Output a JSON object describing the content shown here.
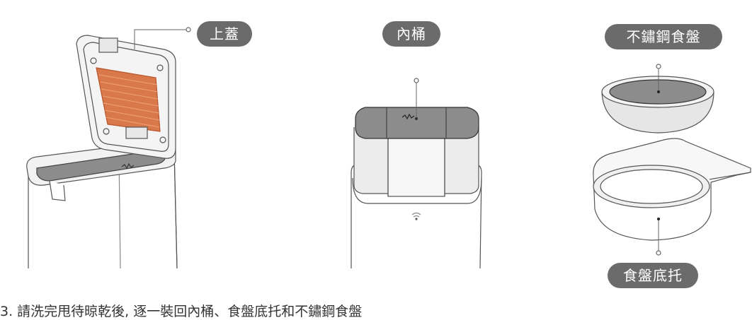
{
  "labels": {
    "lid": "上蓋",
    "inner_bucket": "內桶",
    "stainless_bowl": "不鏽鋼食盤",
    "bowl_base": "食盤底托"
  },
  "caption": "3. 請洗完甩待晾乾後, 逐一裝回內桶、食盤底托和不鏽鋼食盤"
}
